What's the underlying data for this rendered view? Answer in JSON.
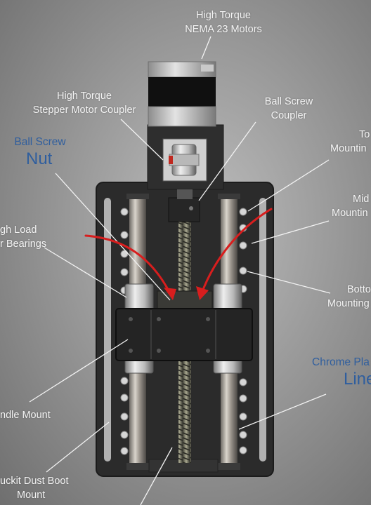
{
  "labels": {
    "motors": [
      "High Torque",
      "NEMA 23 Motors"
    ],
    "motor_coupler": [
      "High Torque",
      "Stepper Motor Coupler"
    ],
    "ball_screw_coupler": [
      "Ball Screw",
      "Coupler"
    ],
    "ball_screw_nut": [
      "Ball Screw",
      "Nut"
    ],
    "top_mounting": [
      "To",
      "Mountin"
    ],
    "mid_mounting": [
      "Mid",
      "Mountin"
    ],
    "bearings": [
      "gh Load",
      "r Bearings"
    ],
    "bottom_mounting": [
      "Botto",
      "Mounting"
    ],
    "chrome_plated": [
      "Chrome Pla",
      "Line"
    ],
    "spindle_mount": "ndle Mount",
    "dust_boot": [
      "uckit Dust Boot",
      "Mount"
    ]
  },
  "colors": {
    "plate": "#2b2b2b",
    "label_text": "#f4f4f4",
    "accent_text": "#2f5e9e",
    "arrow": "#d81e1e"
  }
}
